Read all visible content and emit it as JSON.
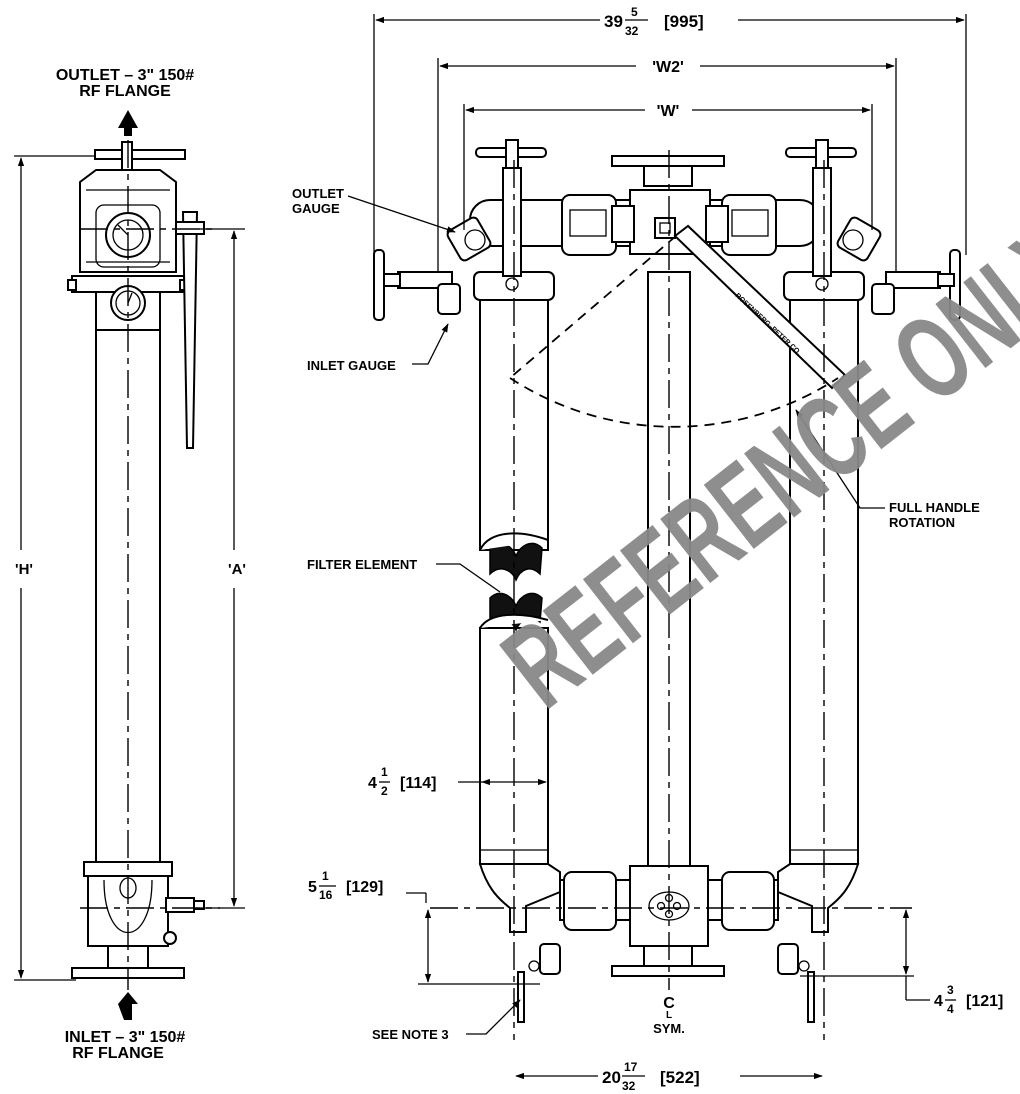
{
  "labels": {
    "outlet_line1": "OUTLET – 3\" 150#",
    "outlet_line2": "RF FLANGE",
    "inlet_line1": "INLET – 3\" 150#",
    "inlet_line2": "RF FLANGE",
    "outlet_gauge_1": "OUTLET",
    "outlet_gauge_2": "GAUGE",
    "inlet_gauge": "INLET GAUGE",
    "filter_element": "FILTER ELEMENT",
    "full_handle_1": "FULL HANDLE",
    "full_handle_2": "ROTATION",
    "see_note": "SEE NOTE 3",
    "sym": "SYM.",
    "centerline": "C",
    "centerline_sub": "L",
    "handle_brand": "ROSENBERG–PETER CO."
  },
  "dims": {
    "overall_width_whole": "39",
    "overall_width_num": "5",
    "overall_width_den": "32",
    "overall_width_mm": "[995]",
    "w2": "'W2'",
    "w": "'W'",
    "h": "'H'",
    "a": "'A'",
    "vessel_dia_whole": "4",
    "vessel_dia_num": "1",
    "vessel_dia_den": "2",
    "vessel_dia_mm": "[114]",
    "left_height_whole": "5",
    "left_height_num": "1",
    "left_height_den": "16",
    "left_height_mm": "[129]",
    "right_height_whole": "4",
    "right_height_num": "3",
    "right_height_den": "4",
    "right_height_mm": "[121]",
    "center_spacing_whole": "20",
    "center_spacing_num": "17",
    "center_spacing_den": "32",
    "center_spacing_mm": "[522]"
  },
  "watermark": "REFERENCE ONLY"
}
